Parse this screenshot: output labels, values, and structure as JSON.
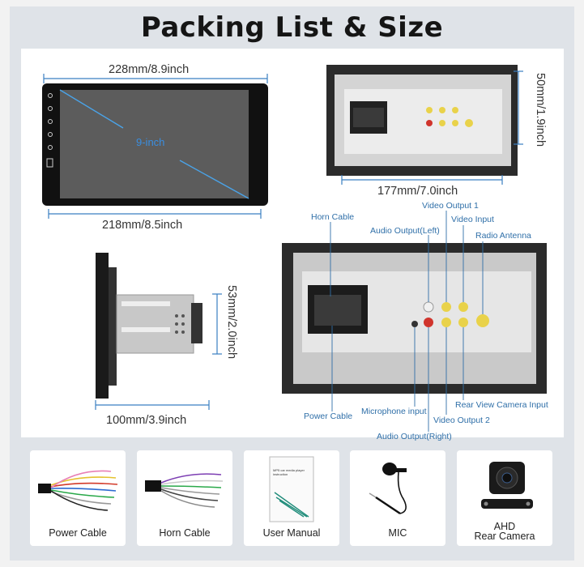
{
  "title": "Packing List & Size",
  "dimensions": {
    "front_width_top": "228mm/8.9inch",
    "front_width_bottom": "218mm/8.5inch",
    "screen_size": "9-inch",
    "back_width": "177mm/7.0inch",
    "back_height": "50mm/1.9inch",
    "side_depth": "100mm/3.9inch",
    "side_height": "53mm/2.0inch"
  },
  "connectors": {
    "horn_cable": "Horn Cable",
    "audio_output_left": "Audio Output(Left)",
    "video_output_1": "Video Output 1",
    "video_input": "Video Input",
    "radio_antenna": "Radio Antenna",
    "power_cable": "Power Cable",
    "microphone_input": "Microphone input",
    "audio_output_right": "Audio Output(Right)",
    "video_output_2": "Video Output 2",
    "rear_view_camera_input": "Rear View Camera Input"
  },
  "packing_list": [
    {
      "label": "Power Cable",
      "icon": "power-cable-icon"
    },
    {
      "label": "Horn Cable",
      "icon": "horn-cable-icon"
    },
    {
      "label": "User Manual",
      "icon": "user-manual-icon",
      "cover_text": "MP5 car media player instruction"
    },
    {
      "label": "MIC",
      "icon": "microphone-icon"
    },
    {
      "label": "AHD Rear Camera",
      "line1": "AHD",
      "line2": "Rear Camera",
      "icon": "rear-camera-icon"
    }
  ],
  "colors": {
    "label_blue": "#2f6fa8",
    "screen_text": "#3a8ee0",
    "frame": "#dfe3e8"
  }
}
